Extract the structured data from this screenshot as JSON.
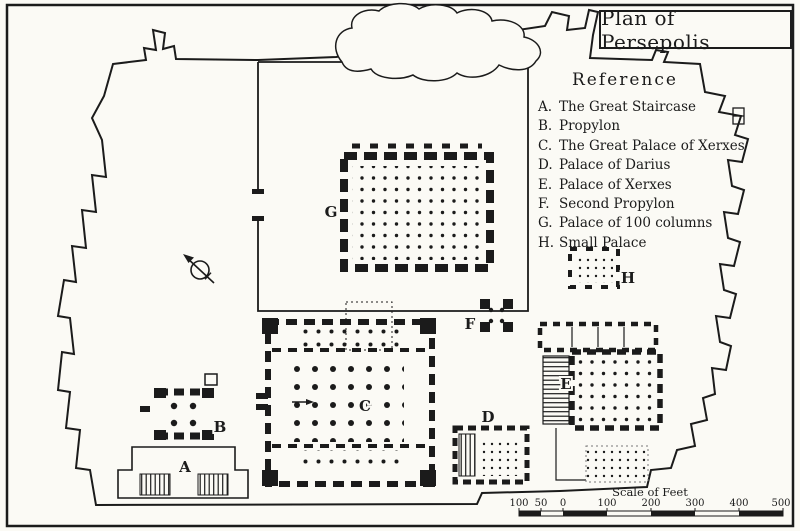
{
  "title": "Plan of Persepolis",
  "reference": {
    "heading": "Reference",
    "items": [
      {
        "key": "A.",
        "label": "The Great Staircase"
      },
      {
        "key": "B.",
        "label": "Propylon"
      },
      {
        "key": "C.",
        "label": "The Great Palace of Xerxes"
      },
      {
        "key": "D.",
        "label": "Palace of Darius"
      },
      {
        "key": "E.",
        "label": "Palace of Xerxes"
      },
      {
        "key": "F.",
        "label": "Second Propylon"
      },
      {
        "key": "G.",
        "label": "Palace of 100 columns"
      },
      {
        "key": "H.",
        "label": "Small Palace"
      }
    ]
  },
  "map_labels": {
    "A": "A",
    "B": "B",
    "C": "C",
    "D": "D",
    "E": "E",
    "F": "F",
    "G": "G",
    "H": "H"
  },
  "scale": {
    "label": "Scale of Feet",
    "ticks": [
      "100",
      "50",
      "0",
      "100",
      "200",
      "300",
      "400",
      "500"
    ]
  },
  "colors": {
    "ink": "#1b1b1b",
    "paper": "#fbfaf5"
  }
}
